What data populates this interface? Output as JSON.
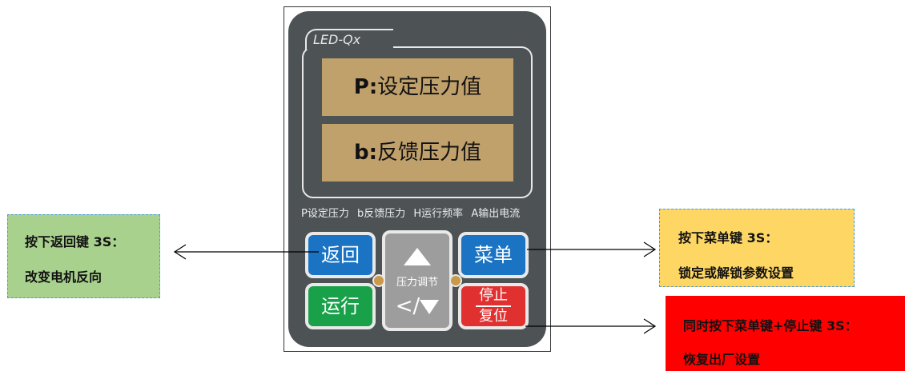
{
  "device": {
    "model": "LED-Qx",
    "lcd_line1_key": "P:",
    "lcd_line1_text": "设定压力值",
    "lcd_line2_key": "b:",
    "lcd_line2_text": "反馈压力值",
    "indicators": [
      "P设定压力",
      "b反馈压力",
      "H运行频率",
      "A输出电流"
    ],
    "keys": {
      "back": "返回",
      "run": "运行",
      "menu": "菜单",
      "stop_top": "停止",
      "stop_bottom": "复位",
      "adjust_label": "压力调节",
      "adjust_left": "</"
    }
  },
  "callouts": {
    "left": {
      "line1": "按下返回键 3S：",
      "line2": "改变电机反向"
    },
    "right": {
      "line1": "按下菜单键 3S：",
      "line2": "锁定或解锁参数设置"
    },
    "bottom": {
      "line1": "同时按下菜单键+停止键 3S：",
      "line2": "恢复出厂设置"
    }
  },
  "colors": {
    "panel": "#4d5255",
    "lcd": "#c0a06b",
    "key_blue": "#1a73c3",
    "key_green": "#18a149",
    "key_red": "#e03030",
    "key_gray": "#9d9d9d",
    "callout_green": "#a8d18d",
    "callout_yellow": "#fdd664",
    "callout_red": "#ff0000"
  }
}
